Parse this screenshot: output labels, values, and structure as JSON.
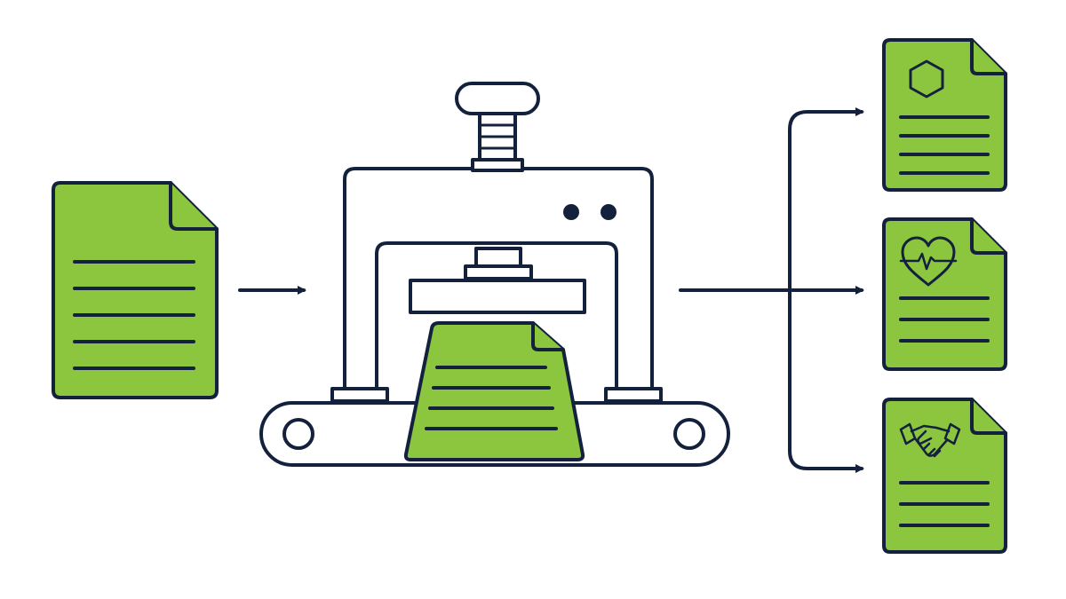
{
  "colors": {
    "stroke": "#14213d",
    "document_fill": "#8cc63f",
    "background": "#ffffff",
    "machine_fill": "#ffffff"
  },
  "diagram": {
    "flow": "left-to-right",
    "input": {
      "icon": "document-icon",
      "lines": 5
    },
    "process": {
      "icon": "press-machine-icon",
      "conveyor": true,
      "lines": 4
    },
    "outputs": [
      {
        "icon": "hexagon-icon",
        "lines": 4
      },
      {
        "icon": "heart-pulse-icon",
        "lines": 3
      },
      {
        "icon": "handshake-icon",
        "lines": 3
      }
    ]
  }
}
